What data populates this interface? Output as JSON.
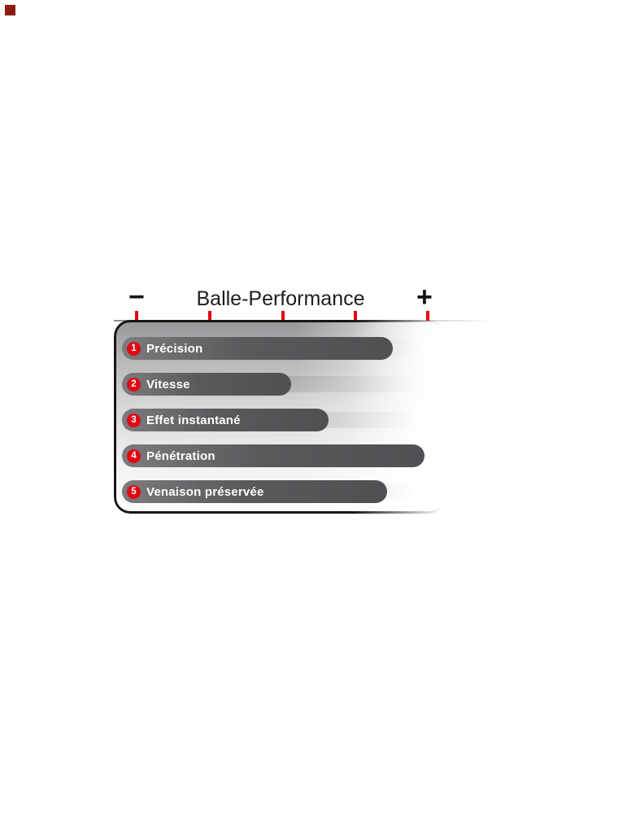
{
  "header": {
    "minus": "−",
    "title": "Balle-Performance",
    "plus": "+"
  },
  "rows": [
    {
      "number": "1",
      "label": "Précision",
      "value": 88
    },
    {
      "number": "2",
      "label": "Vitesse",
      "value": 53
    },
    {
      "number": "3",
      "label": "Effet instantané",
      "value": 66
    },
    {
      "number": "4",
      "label": "Pénétration",
      "value": 99
    },
    {
      "number": "5",
      "label": "Venaison préservée",
      "value": 86
    }
  ],
  "chart_data": {
    "type": "bar",
    "orientation": "horizontal",
    "title": "Balle-Performance",
    "categories": [
      "Précision",
      "Vitesse",
      "Effet instantané",
      "Pénétration",
      "Venaison préservée"
    ],
    "values": [
      88,
      53,
      66,
      99,
      86
    ],
    "value_range": [
      0,
      100
    ],
    "scale": {
      "min_label": "−",
      "max_label": "+",
      "tick_count": 5
    },
    "legend": "none",
    "grid": "off",
    "colors": {
      "bar": "#58585b",
      "accent_red": "#e30613",
      "panel_border": "#161616"
    }
  }
}
